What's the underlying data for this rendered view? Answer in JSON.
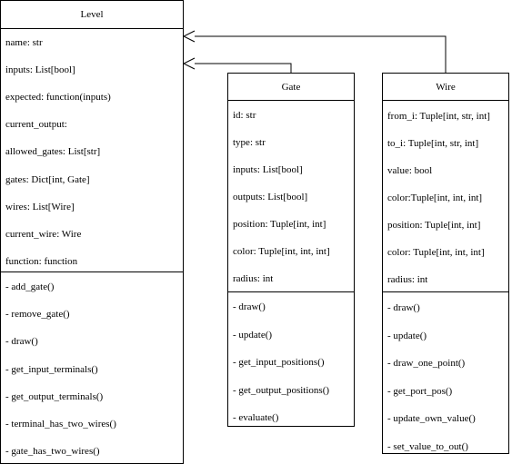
{
  "classes": {
    "level": {
      "name": "Level",
      "attributes": [
        "name: str",
        "inputs: List[bool]",
        "expected: function(inputs)",
        "current_output:",
        "allowed_gates: List[str]",
        "gates: Dict[int, Gate]",
        "wires: List[Wire]",
        "current_wire: Wire",
        "function: function"
      ],
      "methods": [
        "- add_gate()",
        "- remove_gate()",
        "- draw()",
        "- get_input_terminals()",
        "- get_output_terminals()",
        "- terminal_has_two_wires()",
        "- gate_has_two_wires()"
      ]
    },
    "gate": {
      "name": "Gate",
      "attributes": [
        "id: str",
        "type: str",
        "inputs: List[bool]",
        "outputs: List[bool]",
        "position: Tuple[int, int]",
        "color: Tuple[int, int, int]",
        "radius: int"
      ],
      "methods": [
        "- draw()",
        "- update()",
        "- get_input_positions()",
        "- get_output_positions()",
        "- evaluate()"
      ]
    },
    "wire": {
      "name": "Wire",
      "attributes": [
        "from_i: Tuple[int, str, int]",
        "to_i: Tuple[int, str, int]",
        "value: bool",
        "color:Tuple[int, int, int]",
        "position: Tuple[int, int]",
        "color: Tuple[int, int, int]",
        "radius: int"
      ],
      "methods": [
        "- draw()",
        "- update()",
        "- draw_one_point()",
        "- get_port_pos()",
        "- update_own_value()",
        "- set_value_to_out()"
      ]
    }
  },
  "relations": [
    {
      "type": "inheritance",
      "from": "gate",
      "to": "level"
    },
    {
      "type": "inheritance",
      "from": "wire",
      "to": "level"
    }
  ],
  "colors": {
    "line": "#000000",
    "fill": "#ffffff"
  }
}
